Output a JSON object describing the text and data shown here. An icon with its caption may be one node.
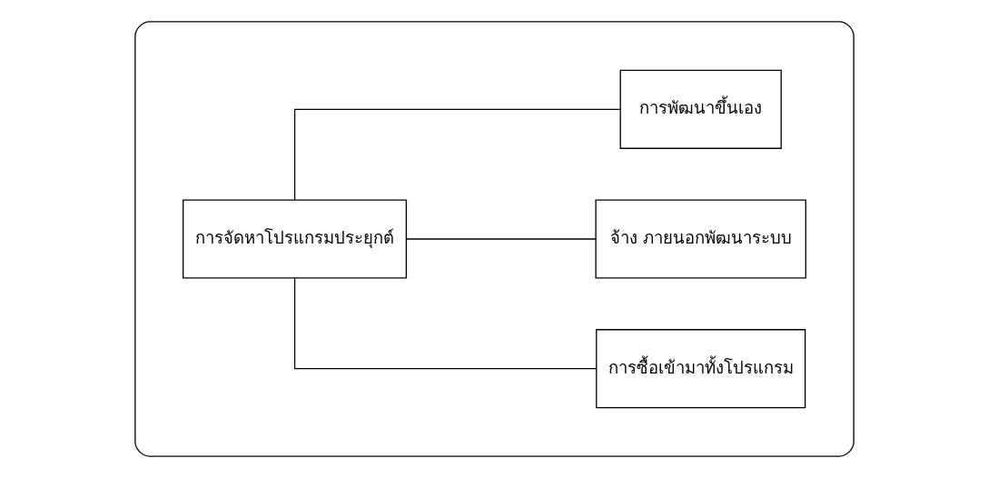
{
  "diagram": {
    "nodes": [
      {
        "text": [],
        "shape": "box"
      },
      {
        "text": [
          "การจัดหาโปรแกรมประยุกต์"
        ],
        "in": 0
      },
      {
        "text": [
          "การซื้อเข้ามาทั้งโปรแกรม"
        ],
        "in": 0
      },
      {
        "text": [
          "จ้าง ภายนอกพัฒนาระบบ"
        ],
        "in": 0
      },
      {
        "text": [
          "การพัฒนาขึ้นเอง"
        ],
        "in": 0
      }
    ],
    "edges": [
      {
        "from": 1,
        "to": 2,
        "arrow": "none"
      },
      {
        "from": 1,
        "to": 3,
        "arrow": "none"
      },
      {
        "from": 1,
        "to": 4,
        "arrow": "none"
      }
    ]
  }
}
